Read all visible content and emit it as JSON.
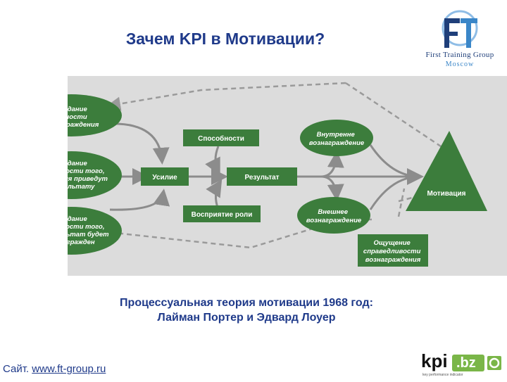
{
  "slide": {
    "title": "Зачем KPI в Мотивации?",
    "caption_line1": "Процессуальная теория мотивации 1968 год:",
    "caption_line2": "Лайман Портер  и  Эдвард Лоуер",
    "site_label": "Сайт.",
    "site_link": "www.ft-group.ru"
  },
  "logo_ft": {
    "letters": "FT",
    "brand": "First Training Group",
    "city": "Moscow"
  },
  "logo_kpi": {
    "text": "kpi.bz",
    "tagline": "key performance indicator"
  },
  "diagram": {
    "nodes": {
      "exp_value": [
        "Ожидание",
        "ценности",
        "вознаграждения"
      ],
      "exp_effort": [
        "Ожидание",
        "вероятности того,",
        "что усилия приведут",
        "к результату"
      ],
      "exp_reward": [
        "Ожидание",
        "вероятности того,",
        "что результат будет",
        "вознагражден"
      ],
      "abilities": "Способности",
      "effort": "Усилие",
      "result": "Результат",
      "role": "Восприятие роли",
      "intrinsic": [
        "Внутренне",
        "вознаграждение"
      ],
      "extrinsic": [
        "Внешнее",
        "вознаграждение"
      ],
      "motivation": "Мотивация",
      "fairness": [
        "Ощущение",
        "справедливости",
        "вознаграждения"
      ]
    }
  },
  "colors": {
    "green": "#3c7d3c",
    "arrow": "#8c8c8c",
    "panel": "#dcdcdc",
    "title": "#1f3a8a"
  }
}
